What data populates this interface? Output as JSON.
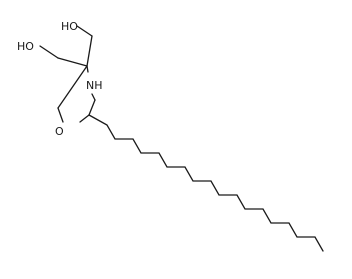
{
  "atoms": {
    "hydroxyl_top": "HO",
    "hydroxyl_left": "HO",
    "amine": "NH",
    "oxygen": "O"
  }
}
